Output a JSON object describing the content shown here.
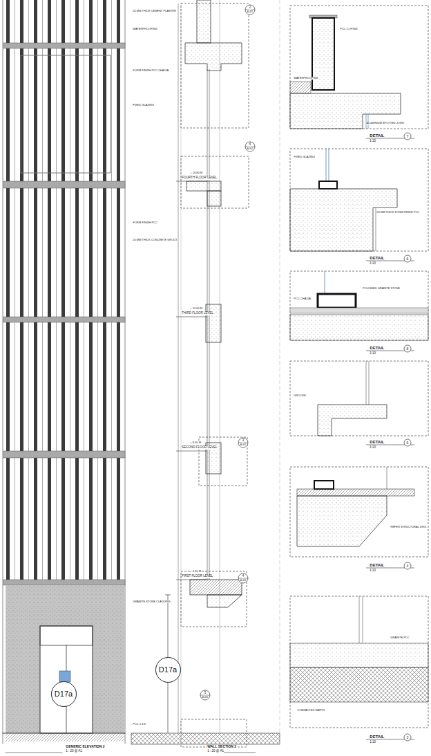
{
  "diagram": {
    "nodes": [
      {
        "text": [
          "D17a"
        ]
      },
      {
        "text": [
          "D17a"
        ]
      }
    ],
    "labels": [
      "DETAIL",
      "7",
      "1:10",
      "DETAIL",
      "6",
      "1:10",
      "DETAIL",
      "8",
      "1:10",
      "DETAIL",
      "5",
      "1:10",
      "DETAIL",
      "4",
      "1:10",
      "DETAIL",
      "3",
      "1:10",
      "GENERIC ELEVATION 2",
      "1 : 20 @ A1",
      "WALL SECTION 2",
      "1 : 20 @ A1",
      "2",
      "A-402",
      "6",
      "A-402",
      "3",
      "A-402",
      "4",
      "A-402",
      "5",
      "A-402",
      "FOURTH FLOOR LEVEL",
      "THIRD FLOOR LEVEL",
      "SECOND FLOOR LEVEL",
      "FIRST FLOOR LEVEL",
      "+ 16.80 M",
      "+ 12.60 M",
      "+ 8.40 M",
      "+ 4.20 M",
      "20 MM THICK CEMENT PLASTER",
      "WATERPROOFING",
      "FORM FINISH PCC CHAJJA",
      "FIXED GLAZING",
      "FORM FINISH PCC",
      "20 MM THICK CONCRETE GROUT",
      "GRANITE STONE CLADDING",
      "PCC 1:4:8",
      "WATERPROOFING",
      "PCC COPING",
      "ALUMINIUM SPOTTED JOINT",
      "FIXED GLAZING",
      "20 MM THICK FORM FINISH PCC",
      "POLISHED GRANITE STONE",
      "PCC CHAJJA",
      "GROOVE",
      "COMPACTED EARTH",
      "GRANITE PCC",
      "REFER STRUCTURAL DRG."
    ]
  }
}
